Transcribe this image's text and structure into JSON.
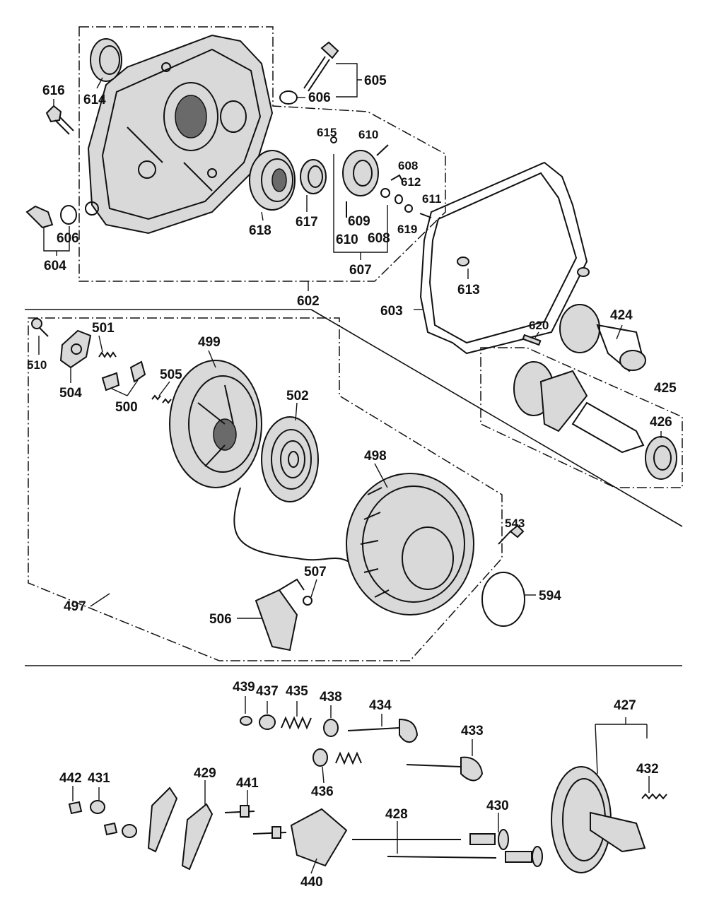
{
  "parts": {
    "p616": "616",
    "p614": "614",
    "p605": "605",
    "p606a": "606",
    "p615": "615",
    "p610a": "610",
    "p608a": "608",
    "p612": "612",
    "p611": "611",
    "p604": "604",
    "p606b": "606",
    "p618": "618",
    "p617": "617",
    "p609": "609",
    "p610b": "610",
    "p608b": "608",
    "p619": "619",
    "p607": "607",
    "p602": "602",
    "p613": "613",
    "p603": "603",
    "p424": "424",
    "p620": "620",
    "p425": "425",
    "p426": "426",
    "p501": "501",
    "p510": "510",
    "p504": "504",
    "p500": "500",
    "p505": "505",
    "p499": "499",
    "p502": "502",
    "p498": "498",
    "p543": "543",
    "p507": "507",
    "p594": "594",
    "p497": "497",
    "p506": "506",
    "p439": "439",
    "p437": "437",
    "p435": "435",
    "p438": "438",
    "p434": "434",
    "p433": "433",
    "p427": "427",
    "p436": "436",
    "p432": "432",
    "p442": "442",
    "p431": "431",
    "p429": "429",
    "p441": "441",
    "p428": "428",
    "p430": "430",
    "p440": "440"
  }
}
